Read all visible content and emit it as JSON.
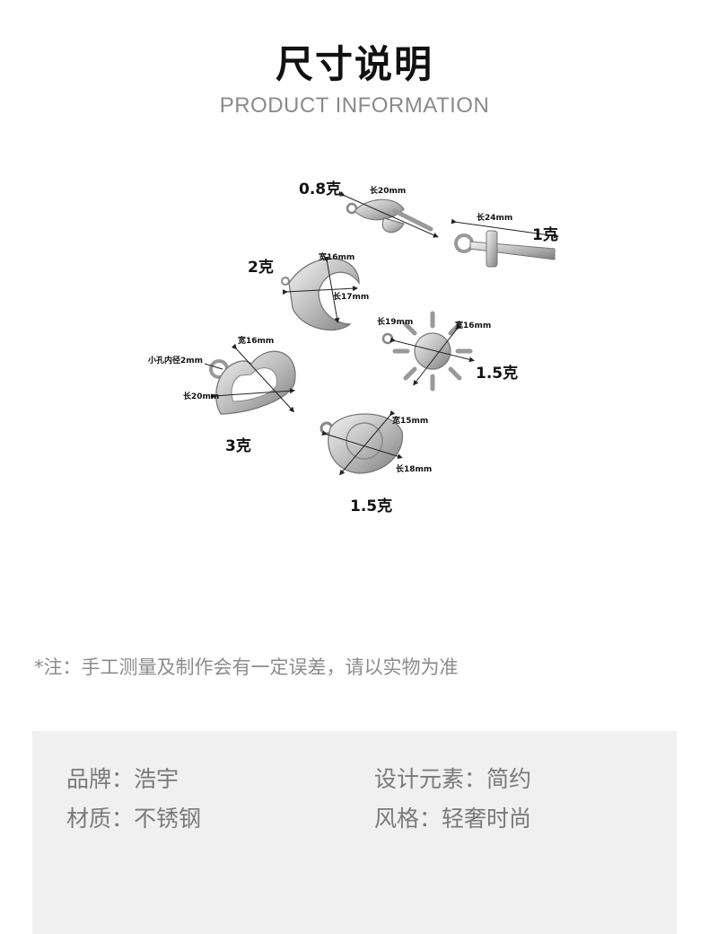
{
  "header": {
    "title": "尺寸说明",
    "subtitle": "PRODUCT INFORMATION"
  },
  "products": [
    {
      "name": "leaf-charm",
      "weight": "0.8克",
      "dims": [
        "长20mm"
      ]
    },
    {
      "name": "dagger-charm",
      "weight": "1克",
      "dims": [
        "长24mm"
      ]
    },
    {
      "name": "moon-charm",
      "weight": "2克",
      "dims": [
        "宽16mm",
        "长17mm"
      ]
    },
    {
      "name": "sun-charm",
      "weight": "1.5克",
      "dims": [
        "长19mm",
        "宽16mm"
      ]
    },
    {
      "name": "heart-charm",
      "weight": "3克",
      "dims": [
        "宽16mm",
        "小孔内径2mm",
        "长20mm"
      ]
    },
    {
      "name": "sun-face-charm",
      "weight": "1.5克",
      "dims": [
        "宽15mm",
        "长18mm"
      ]
    }
  ],
  "note": "*注：手工测量及制作会有一定误差，请以实物为准",
  "info": {
    "brand": "品牌：浩宇",
    "design": "设计元素：简约",
    "material": "材质：不锈钢",
    "style": "风格：轻奢时尚"
  },
  "colors": {
    "note_text": "#8c8c8c",
    "info_bg": "#f0f0f0",
    "info_text": "#7a7a7a",
    "metal": "#c8c8c8"
  }
}
